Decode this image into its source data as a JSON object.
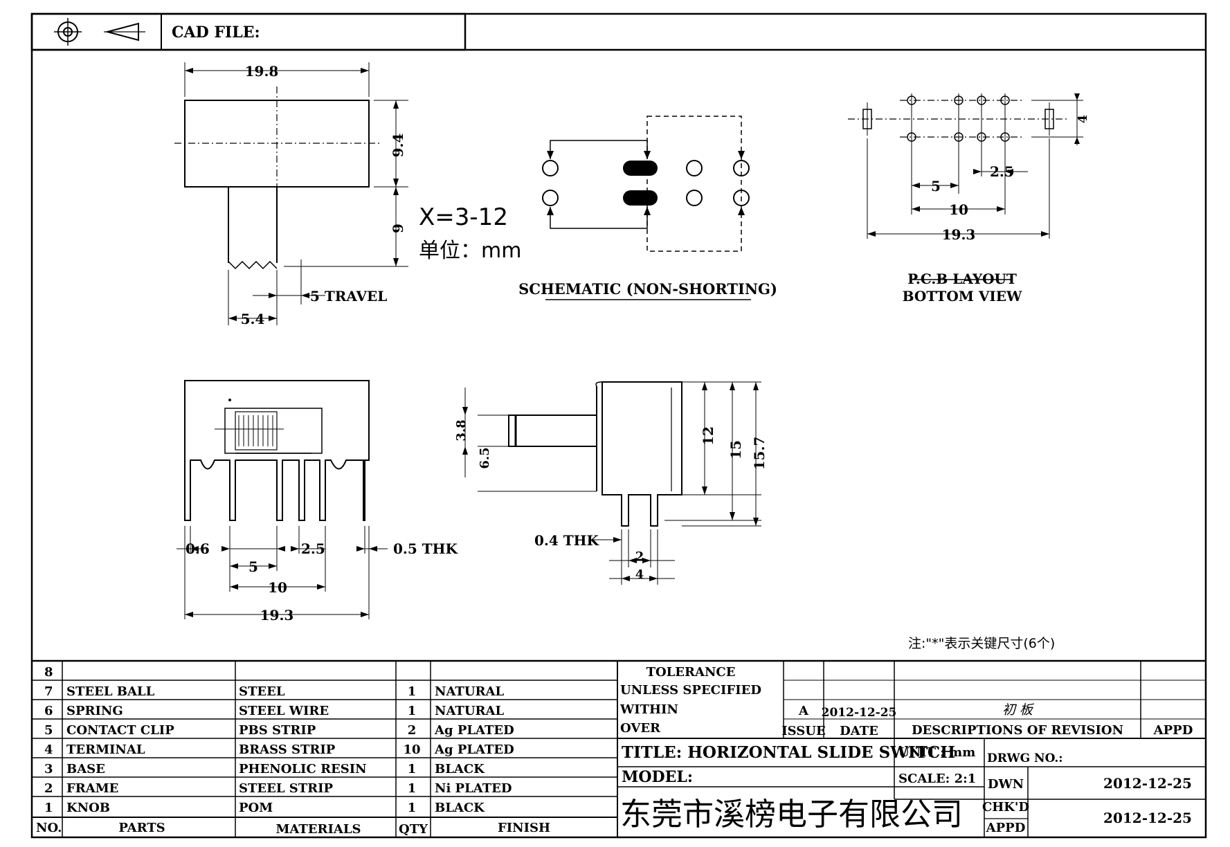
{
  "header": {
    "cad_file_label": "CAD FILE:",
    "projection_symbol": "first-angle-projection-icon"
  },
  "dims": {
    "width_top": "19.8",
    "height_body": "9.4",
    "lever_len": "9",
    "travel": "5 TRAVEL",
    "lever_w": "5.4",
    "x_note": "X=3-12",
    "unit_note": "单位：mm",
    "pcb_pitch": "2.5",
    "pcb_5": "5",
    "pcb_10": "10",
    "pcb_19_3": "19.3",
    "pcb_4": "4",
    "front_0_6": "0.6",
    "front_2_5": "2.5",
    "front_0_5": "0.5 THK",
    "front_5": "5",
    "front_10": "10",
    "front_19_3": "19.3",
    "side_3_8": "3.8",
    "side_6_5": "6.5",
    "side_12": "12",
    "side_15": "15",
    "side_15_7": "15.7",
    "side_0_4": "0.4 THK",
    "side_2": "2",
    "side_4": "4"
  },
  "views": {
    "schematic_caption": "SCHEMATIC (NON-SHORTING)",
    "pcb_caption_1": "P.C.B LAYOUT",
    "pcb_caption_2": "BOTTOM VIEW",
    "key_note": "注:\"*\"表示关键尺寸(6个)"
  },
  "bom": {
    "rows": [
      {
        "no": "8",
        "part": "",
        "material": "",
        "qty": "",
        "finish": ""
      },
      {
        "no": "7",
        "part": "STEEL BALL",
        "material": "STEEL",
        "qty": "1",
        "finish": "NATURAL"
      },
      {
        "no": "6",
        "part": "SPRING",
        "material": "STEEL WIRE",
        "qty": "1",
        "finish": "NATURAL"
      },
      {
        "no": "5",
        "part": "CONTACT CLIP",
        "material": "PBS STRIP",
        "qty": "2",
        "finish": "Ag PLATED"
      },
      {
        "no": "4",
        "part": "TERMINAL",
        "material": "BRASS STRIP",
        "qty": "10",
        "finish": "Ag PLATED"
      },
      {
        "no": "3",
        "part": "BASE",
        "material": "PHENOLIC RESIN",
        "qty": "1",
        "finish": "BLACK"
      },
      {
        "no": "2",
        "part": "FRAME",
        "material": "STEEL STRIP",
        "qty": "1",
        "finish": "Ni PLATED"
      },
      {
        "no": "1",
        "part": "KNOB",
        "material": "POM",
        "qty": "1",
        "finish": "BLACK"
      }
    ],
    "headers": {
      "no": "NO.",
      "part": "PARTS",
      "material": "MATERIALS",
      "qty": "QTY",
      "finish": "FINISH"
    }
  },
  "title_block": {
    "tolerance_1": "TOLERANCE",
    "tolerance_2": "UNLESS SPECIFIED",
    "within": "WITHIN",
    "over": "OVER",
    "issue_value": "A",
    "issue_date": "2012-12-25",
    "issue_label": "ISSUE",
    "date_label": "DATE",
    "revision_text": "初 板",
    "descriptions_label": "DESCRIPTIONS OF REVISION",
    "appd_label": "APPD",
    "title": "TITLE: HORIZONTAL SLIDE SWITCH",
    "unit": "UNIT : mm",
    "drwg_no": "DRWG NO.:",
    "model": "MODEL:",
    "scale": "SCALE: 2:1",
    "dwn_label": "DWN",
    "dwn_date": "2012-12-25",
    "chkd_label": "CHK'D",
    "appd2_label": "APPD",
    "chk_date": "2012-12-25",
    "company": "东莞市溪榜电子有限公司"
  }
}
